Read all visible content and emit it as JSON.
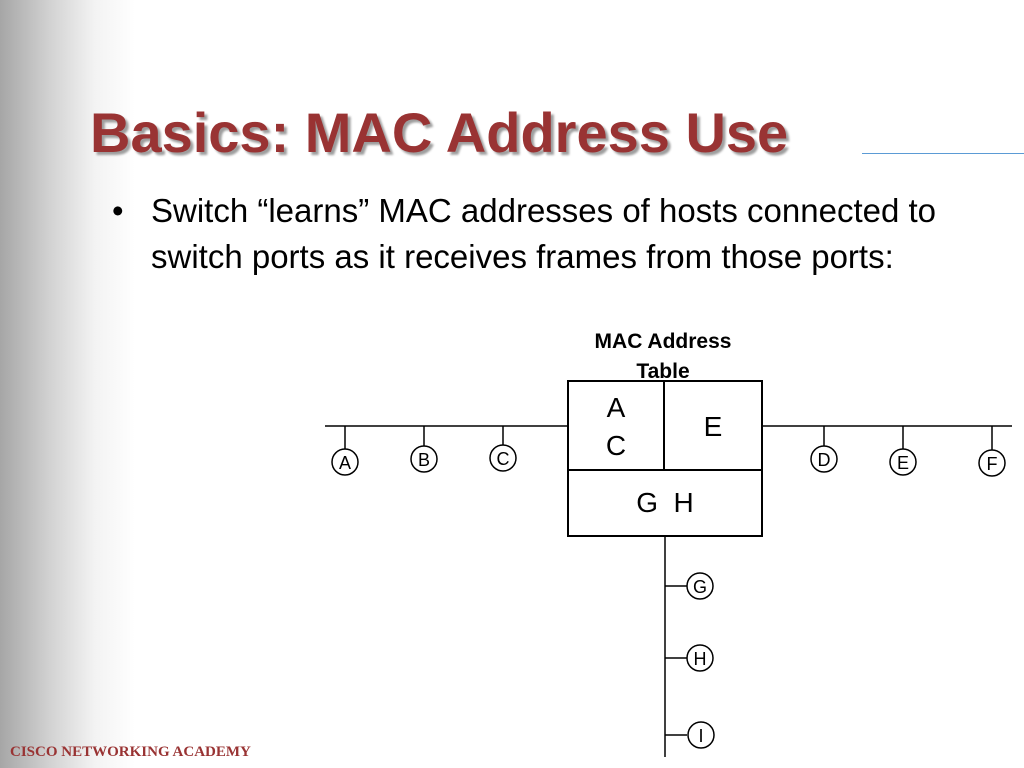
{
  "slide": {
    "title": "Basics: MAC Address Use",
    "bullet": "Switch “learns” MAC addresses of hosts connected to switch ports as it receives frames from those ports:",
    "footer": "CISCO NETWORKING ACADEMY"
  },
  "diagram": {
    "table_label_line1": "MAC Address",
    "table_label_line2": "Table",
    "cell_top_left_line1": "A",
    "cell_top_left_line2": "C",
    "cell_top_right": "E",
    "cell_bottom": "G  H",
    "hosts": {
      "a": "A",
      "b": "B",
      "c": "C",
      "d": "D",
      "e": "E",
      "f": "F",
      "g": "G",
      "h": "H",
      "i": "I"
    }
  }
}
